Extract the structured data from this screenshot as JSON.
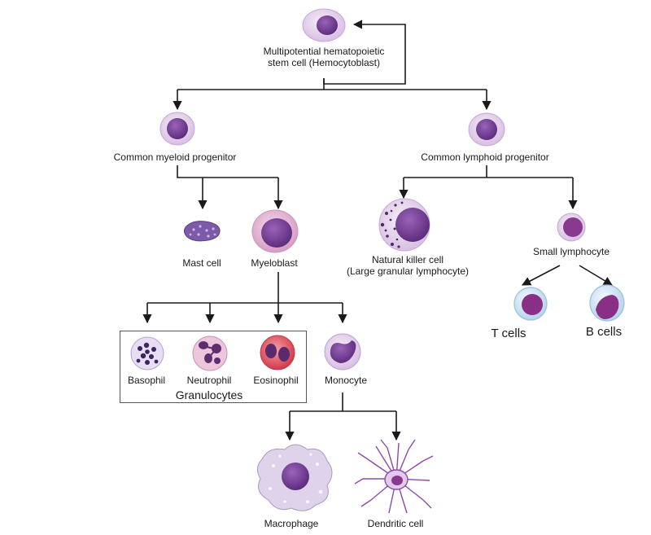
{
  "colors": {
    "nucleus": "#7b3f9e",
    "cytoplasm": "#e7d6ee",
    "line": "#1a1a1a",
    "eosin": "#e0505a",
    "t_b_cell": "#d6e7f5"
  },
  "cells": {
    "stem_cell": {
      "line1": "Multipotential hematopoietic",
      "line2": "stem cell (Hemocytoblast)"
    },
    "myeloid_progenitor": "Common myeloid progenitor",
    "lymphoid_progenitor": "Common lymphoid progenitor",
    "mast_cell": "Mast cell",
    "myeloblast": "Myeloblast",
    "nk_cell": {
      "line1": "Natural killer cell",
      "line2": "(Large granular lymphocyte)"
    },
    "small_lymphocyte": "Small lymphocyte",
    "t_cells": "T cells",
    "b_cells": "B cells",
    "basophil": "Basophil",
    "neutrophil": "Neutrophil",
    "eosinophil": "Eosinophil",
    "monocyte": "Monocyte",
    "granulocytes_group": "Granulocytes",
    "macrophage": "Macrophage",
    "dendritic_cell": "Dendritic cell"
  }
}
